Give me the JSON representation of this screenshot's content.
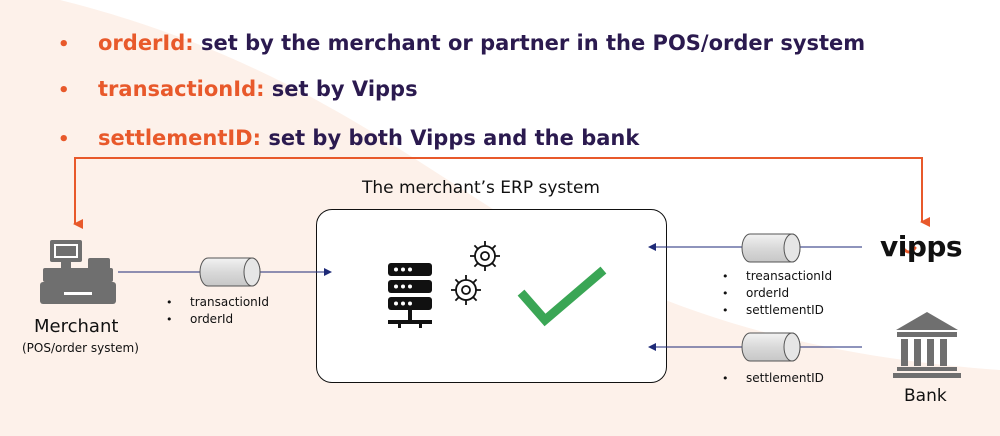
{
  "bullets": [
    {
      "key": "orderId:",
      "text": " set by the merchant or partner in the POS/order system"
    },
    {
      "key": "transactionId:",
      "text": " set by Vipps"
    },
    {
      "key": "settlementID:",
      "text": " set by both Vipps and the bank"
    }
  ],
  "bullet_glyph": "•",
  "erp": {
    "title": "The merchant’s ERP system"
  },
  "merchant": {
    "label": "Merchant",
    "sublabel": "(POS/order system)",
    "ids": [
      "transactionId",
      "orderId"
    ]
  },
  "vipps": {
    "logo": "vipps",
    "ids": [
      "treansactionId",
      "orderId",
      "settlementID"
    ]
  },
  "bank": {
    "label": "Bank",
    "ids": [
      "settlementID"
    ]
  },
  "colors": {
    "accent_orange": "#e8592b",
    "heading_purple": "#2b1a4f",
    "check_green": "#3aa655",
    "icon_gray": "#6f6f6f",
    "arrow_navy": "#1e2a78",
    "background_blob": "#fdf1ea"
  }
}
